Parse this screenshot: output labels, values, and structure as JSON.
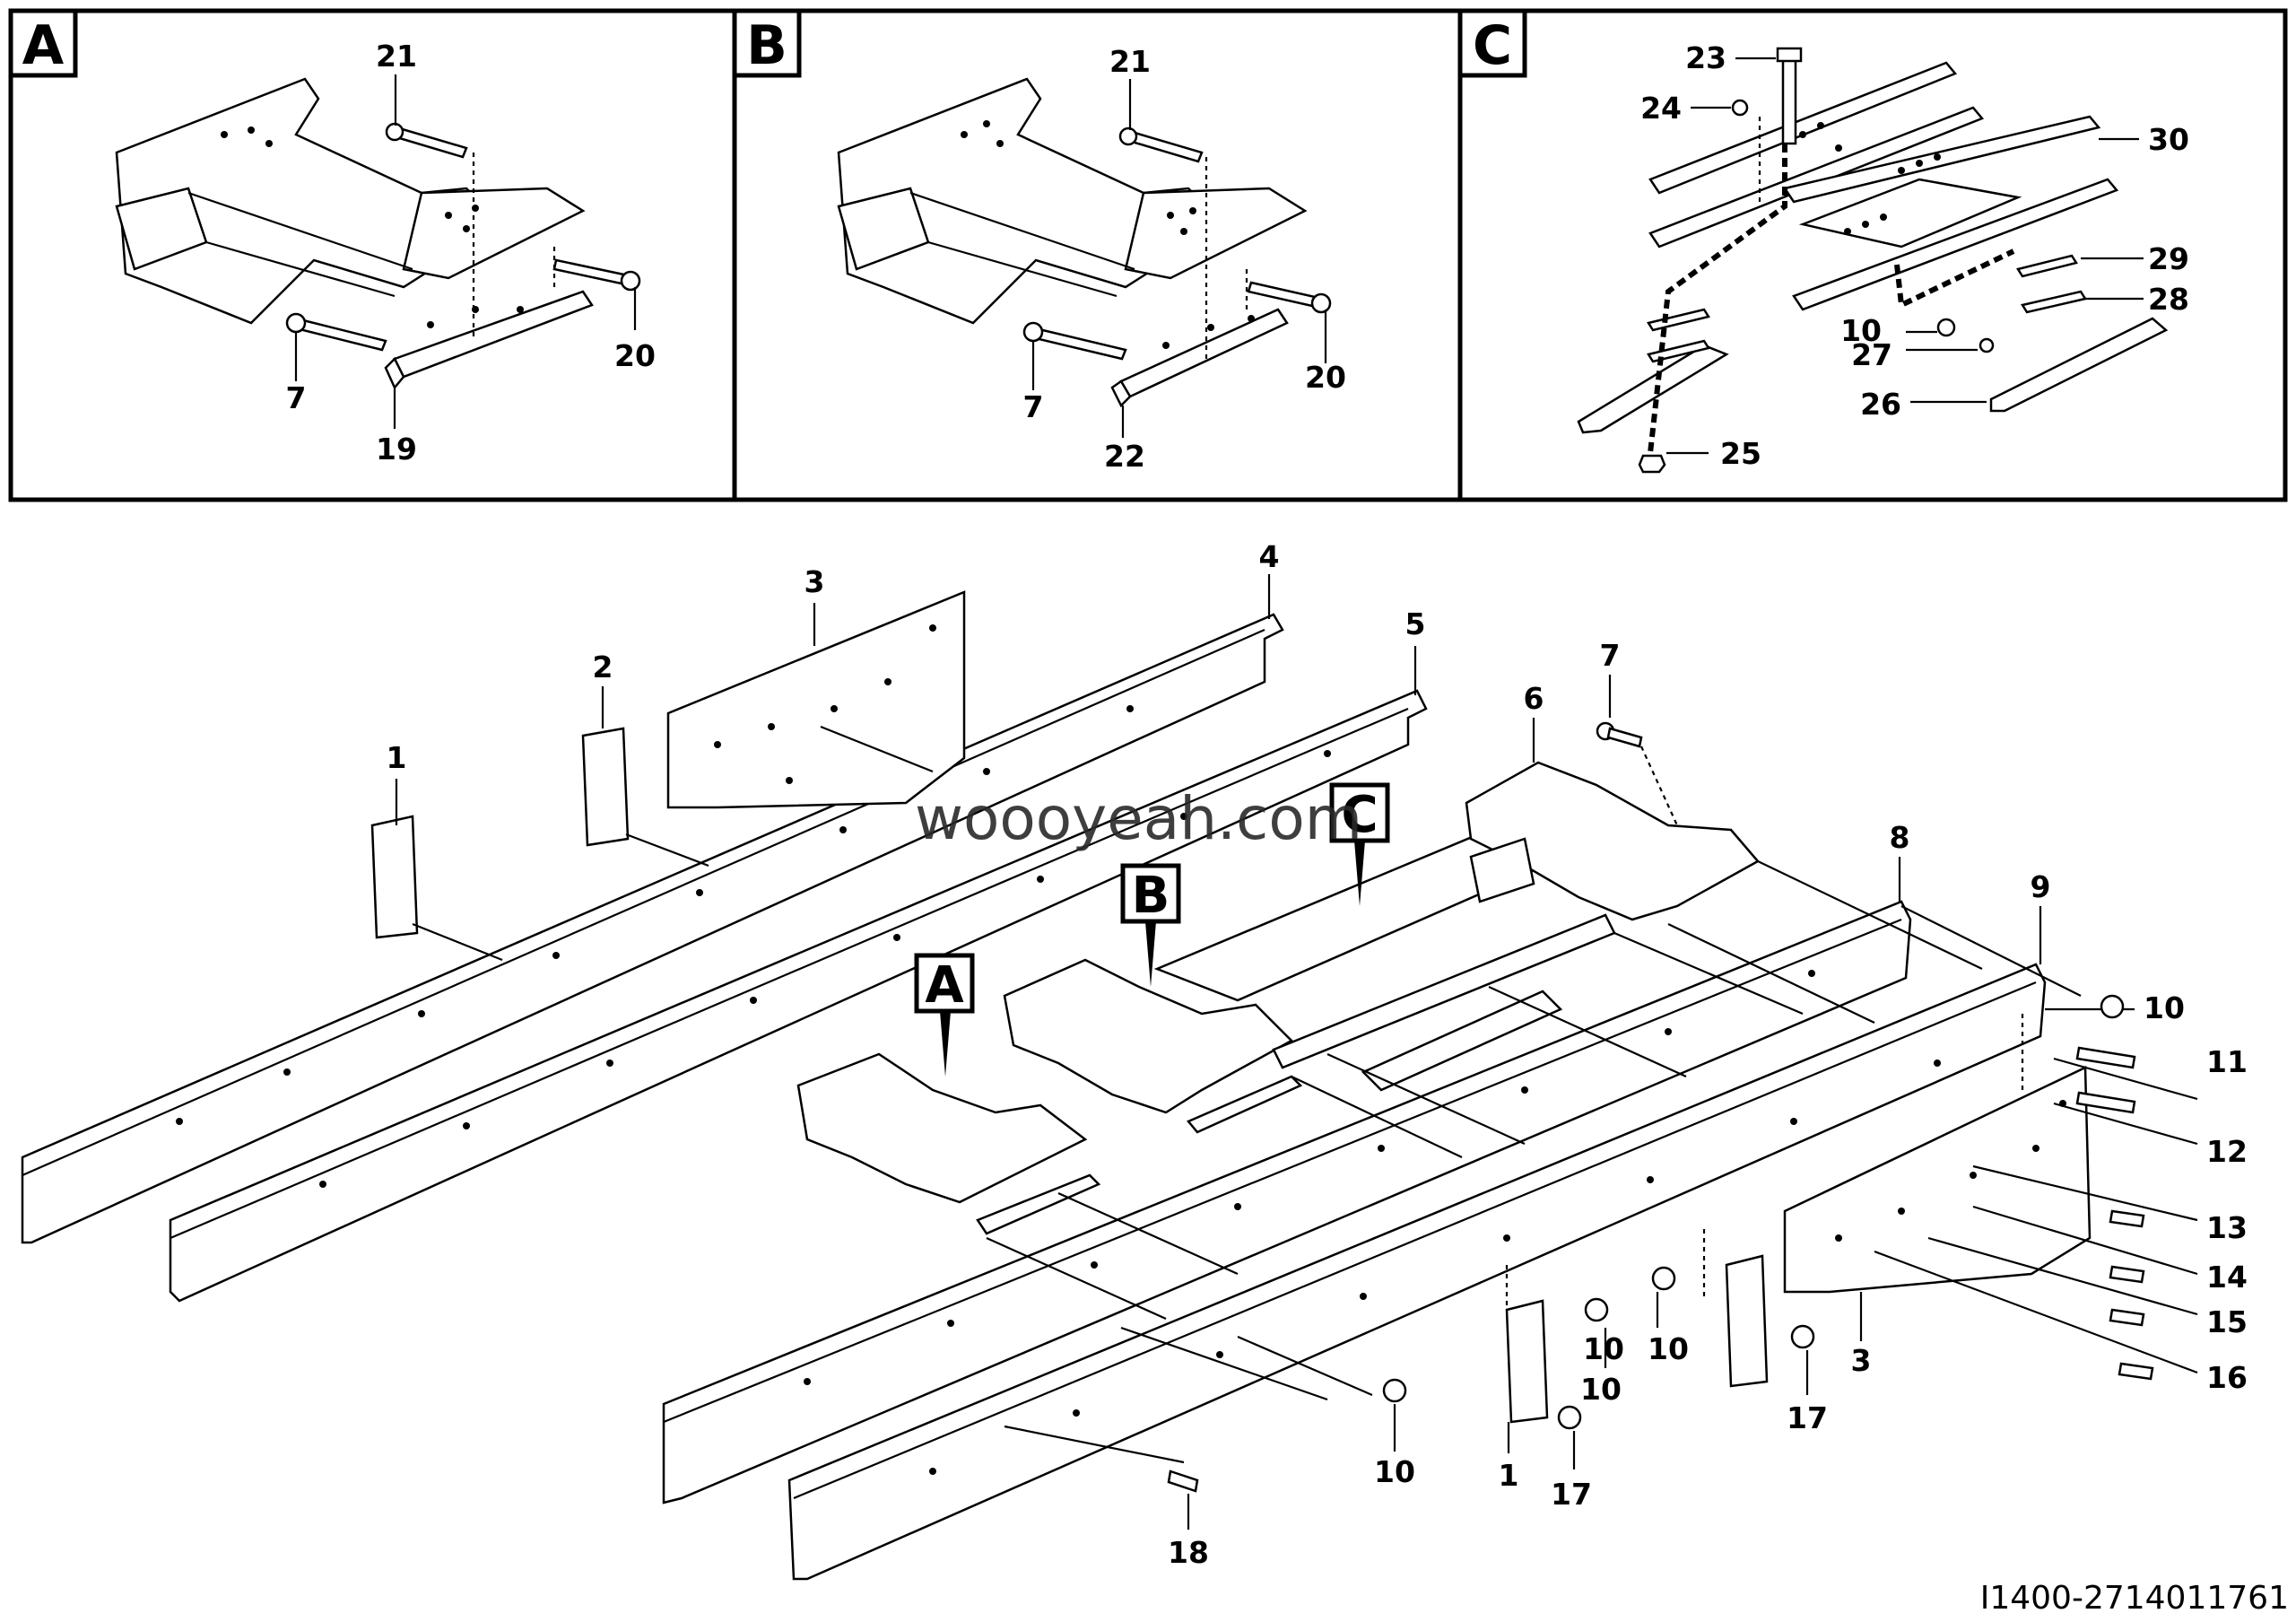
{
  "panels": [
    {
      "letter": "A",
      "callouts": [
        "21",
        "20",
        "7",
        "19"
      ]
    },
    {
      "letter": "B",
      "callouts": [
        "21",
        "20",
        "7",
        "22"
      ]
    },
    {
      "letter": "C",
      "callouts": [
        "23",
        "24",
        "30",
        "29",
        "28",
        "10",
        "27",
        "26",
        "25"
      ]
    }
  ],
  "markers": [
    "A",
    "B",
    "C"
  ],
  "main_callouts": [
    "1",
    "2",
    "3",
    "4",
    "5",
    "6",
    "7",
    "8",
    "9",
    "10",
    "11",
    "12",
    "13",
    "14",
    "15",
    "16",
    "10",
    "17",
    "10",
    "10",
    "18",
    "10",
    "1",
    "17",
    "3"
  ],
  "watermark": "woooyeah.com",
  "document_id": "I1400-2714011761"
}
